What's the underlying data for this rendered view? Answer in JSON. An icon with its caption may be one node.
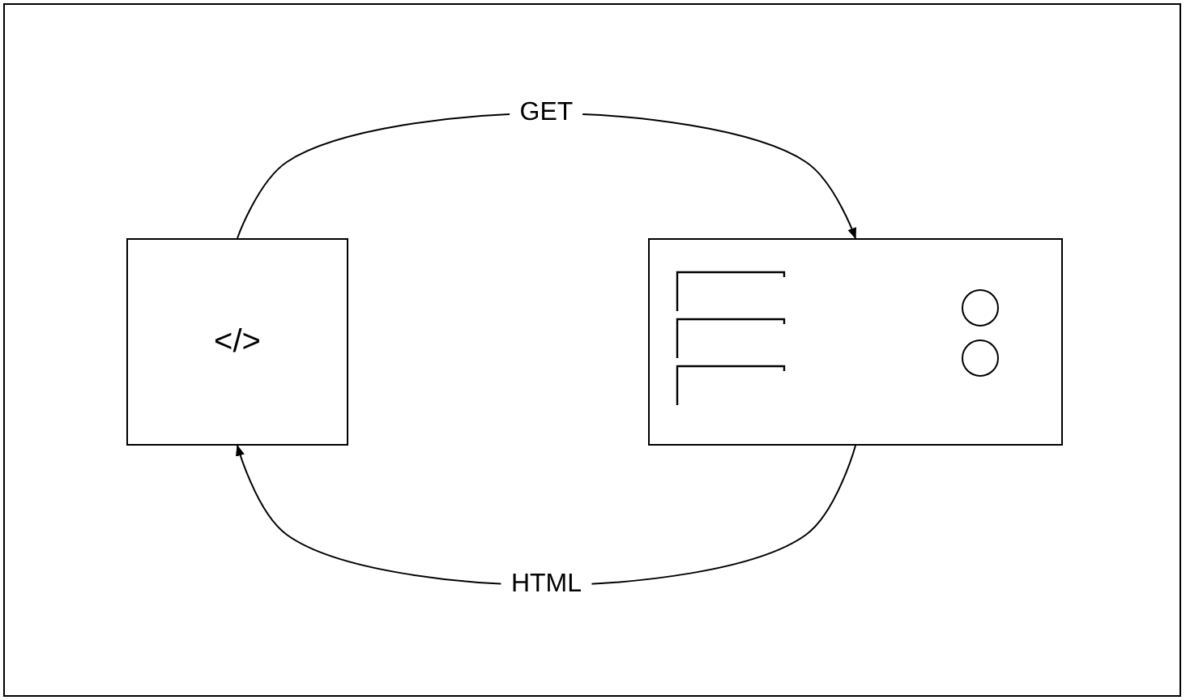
{
  "diagram": {
    "nodes": [
      {
        "text": [
          "</>"
        ]
      },
      {
        "text": [],
        "shape": "box"
      }
    ],
    "edges": [
      {
        "from": 0,
        "to": 1,
        "arrow": "to",
        "label": "GET"
      },
      {
        "from": 1,
        "to": 0,
        "arrow": "to",
        "label": "HTML"
      }
    ]
  }
}
